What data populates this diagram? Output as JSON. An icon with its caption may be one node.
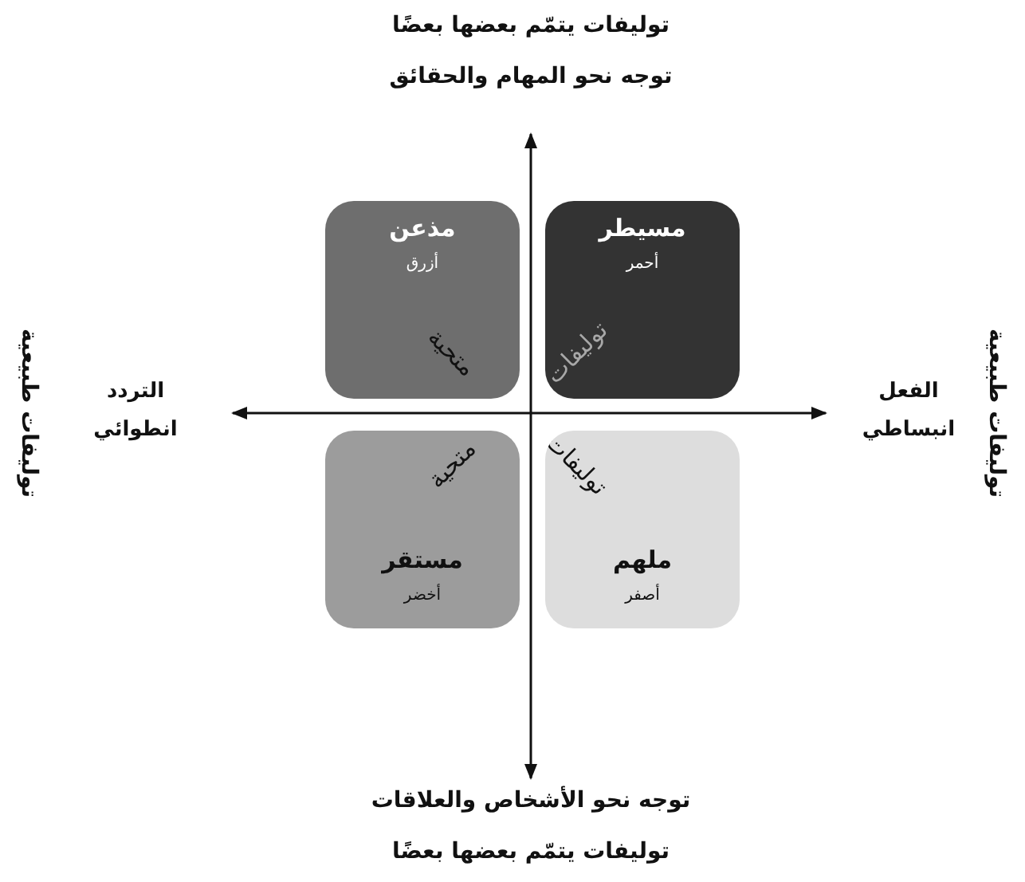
{
  "diagram": {
    "nodes": [
      {
        "text": [
          "مذعن",
          "أزرق",
          "متحية"
        ]
      },
      {
        "text": [
          "مسيطر",
          "أحمر",
          "توليفات"
        ]
      },
      {
        "text": [
          "مستقر",
          "أخضر",
          "متحية"
        ]
      },
      {
        "text": [
          "ملهم",
          "أصفر",
          "توليفات"
        ]
      }
    ],
    "labels": [
      "توليفات يتمّم بعضها بعضًا",
      "توجه نحو المهام والحقائق",
      "توليفات طبيعية",
      "التردد",
      "انطوائي",
      "الفعل",
      "انبساطي",
      "توليفات طبيعية",
      "توجه نحو الأشخاص والعلاقات",
      "توليفات يتمّم بعضها بعضًا"
    ]
  }
}
